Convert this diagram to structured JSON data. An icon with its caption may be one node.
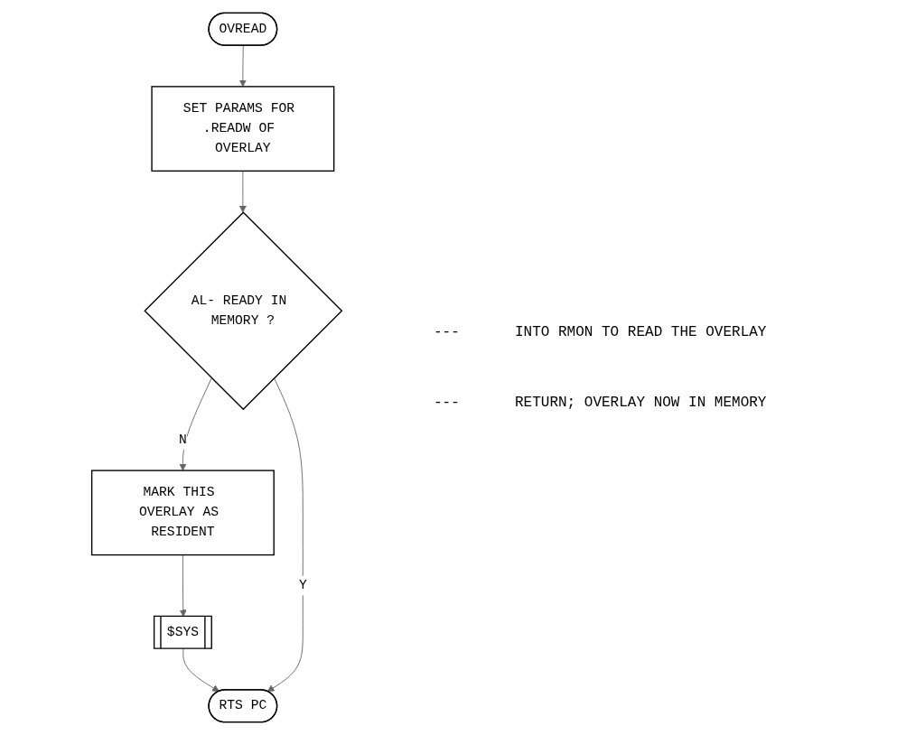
{
  "diagram": {
    "nodes": [
      {
        "text": [
          "OVREAD"
        ]
      },
      {
        "text": [
          "SET PARAMS FOR .READW OF OVERLAY"
        ]
      },
      {
        "text": [
          "AL- READY IN MEMORY ?"
        ]
      },
      {
        "text": [
          "MARK THIS OVERLAY AS RESIDENT"
        ]
      },
      {
        "text": [
          "$SYS"
        ]
      },
      {
        "text": [
          "RTS PC"
        ]
      }
    ],
    "edges": [
      {
        "from": 0,
        "to": 1,
        "arrow": "to"
      },
      {
        "from": 1,
        "to": 2,
        "arrow": "to"
      },
      {
        "from": 2,
        "to": 3,
        "arrow": "to",
        "label": "N"
      },
      {
        "from": 3,
        "to": 4,
        "arrow": "to"
      },
      {
        "from": 4,
        "to": 5,
        "arrow": "to"
      },
      {
        "from": 2,
        "to": 5,
        "arrow": "to",
        "label": "Y"
      }
    ],
    "labels": [
      "---",
      "INTO RMON TO READ THE OVERLAY",
      "---",
      "RETURN; OVERLAY NOW IN MEMORY"
    ]
  }
}
